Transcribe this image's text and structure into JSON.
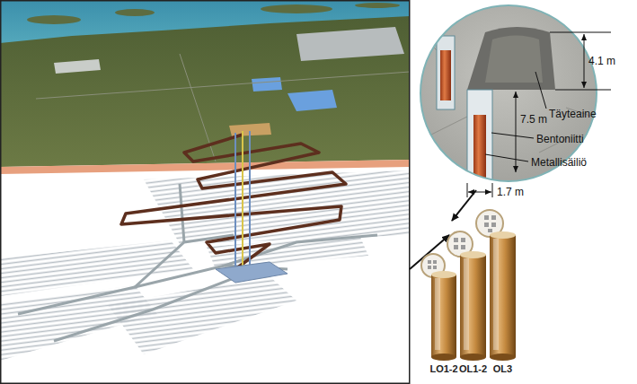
{
  "diagram": {
    "labels": [
      "4.1 m",
      "7.5 m",
      "1.7 m",
      "Täyteaine",
      "Bentoniitti",
      "Metallisäiliö",
      "LO1-2",
      "OL1-2",
      "OL3"
    ]
  }
}
